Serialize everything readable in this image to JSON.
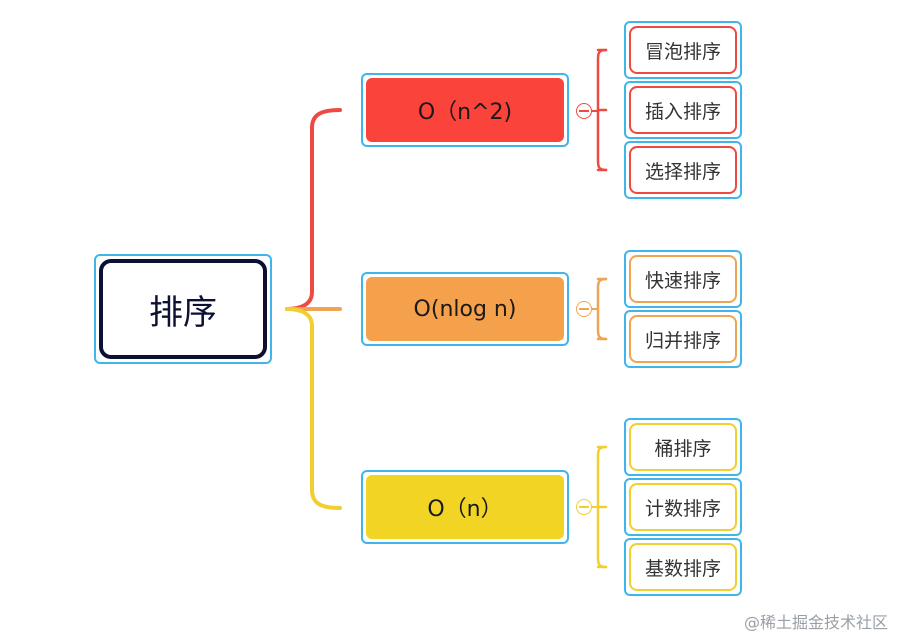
{
  "root": {
    "label": "排序"
  },
  "branches": [
    {
      "label": "O（n^2)",
      "color": "#f9433b",
      "line_color": "#ef4a42",
      "leaves": [
        "冒泡排序",
        "插入排序",
        "选择排序"
      ]
    },
    {
      "label": "O(nlog n)",
      "color": "#f5a04b",
      "line_color": "#eea553",
      "leaves": [
        "快速排序",
        "归并排序"
      ]
    },
    {
      "label": "O（n）",
      "color": "#f2d424",
      "line_color": "#f0cf2e",
      "leaves": [
        "桶排序",
        "计数排序",
        "基数排序"
      ]
    }
  ],
  "selection_color": "#3fb5ea",
  "icons": {
    "collapse": "collapse-minus-icon"
  },
  "watermark": "@稀土掘金技术社区"
}
